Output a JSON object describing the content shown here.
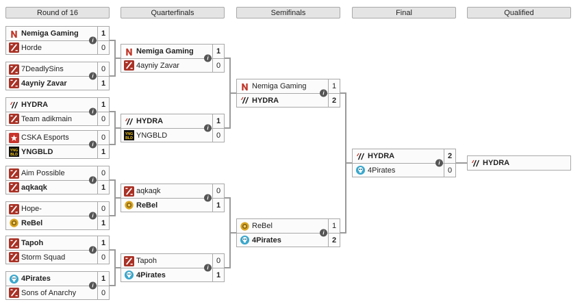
{
  "headers": [
    "Round of 16",
    "Quarterfinals",
    "Semifinals",
    "Final",
    "Qualified"
  ],
  "info_glyph": "i",
  "r16": [
    {
      "top": {
        "name": "Nemiga Gaming",
        "score": "1",
        "winner": true,
        "icon": "nemiga-logo",
        "ref": "#icon-nemiga"
      },
      "bottom": {
        "name": "Horde",
        "score": "0",
        "winner": false,
        "icon": "default-team-logo",
        "ref": "#icon-default"
      }
    },
    {
      "top": {
        "name": "7DeadlySins",
        "score": "0",
        "winner": false,
        "icon": "default-team-logo",
        "ref": "#icon-default"
      },
      "bottom": {
        "name": "4ayniy Zavar",
        "score": "1",
        "winner": true,
        "icon": "default-team-logo",
        "ref": "#icon-default"
      }
    },
    {
      "top": {
        "name": "HYDRA",
        "score": "1",
        "winner": true,
        "icon": "hydra-logo",
        "ref": "#icon-hydra"
      },
      "bottom": {
        "name": "Team adikmain",
        "score": "0",
        "winner": false,
        "icon": "default-team-logo",
        "ref": "#icon-default"
      }
    },
    {
      "top": {
        "name": "CSKA Esports",
        "score": "0",
        "winner": false,
        "icon": "cska-logo",
        "ref": "#icon-cska"
      },
      "bottom": {
        "name": "YNGBLD",
        "score": "1",
        "winner": true,
        "icon": "yngbld-logo",
        "ref": "#icon-yngbld"
      }
    },
    {
      "top": {
        "name": "Aim Possible",
        "score": "0",
        "winner": false,
        "icon": "default-team-logo",
        "ref": "#icon-default"
      },
      "bottom": {
        "name": "aqkaqk",
        "score": "1",
        "winner": true,
        "icon": "default-team-logo",
        "ref": "#icon-default"
      }
    },
    {
      "top": {
        "name": "Hope-",
        "score": "0",
        "winner": false,
        "icon": "default-team-logo",
        "ref": "#icon-default"
      },
      "bottom": {
        "name": "ReBel",
        "score": "1",
        "winner": true,
        "icon": "rebel-logo",
        "ref": "#icon-rebel"
      }
    },
    {
      "top": {
        "name": "Tapoh",
        "score": "1",
        "winner": true,
        "icon": "default-team-logo",
        "ref": "#icon-default"
      },
      "bottom": {
        "name": "Storm Squad",
        "score": "0",
        "winner": false,
        "icon": "default-team-logo",
        "ref": "#icon-default"
      }
    },
    {
      "top": {
        "name": "4Pirates",
        "score": "1",
        "winner": true,
        "icon": "pirates-logo",
        "ref": "#icon-pirates"
      },
      "bottom": {
        "name": "Sons of Anarchy",
        "score": "0",
        "winner": false,
        "icon": "default-team-logo",
        "ref": "#icon-default"
      }
    }
  ],
  "qf": [
    {
      "top": {
        "name": "Nemiga Gaming",
        "score": "1",
        "winner": true,
        "icon": "nemiga-logo",
        "ref": "#icon-nemiga"
      },
      "bottom": {
        "name": "4ayniy Zavar",
        "score": "0",
        "winner": false,
        "icon": "default-team-logo",
        "ref": "#icon-default"
      }
    },
    {
      "top": {
        "name": "HYDRA",
        "score": "1",
        "winner": true,
        "icon": "hydra-logo",
        "ref": "#icon-hydra"
      },
      "bottom": {
        "name": "YNGBLD",
        "score": "0",
        "winner": false,
        "icon": "yngbld-logo",
        "ref": "#icon-yngbld"
      }
    },
    {
      "top": {
        "name": "aqkaqk",
        "score": "0",
        "winner": false,
        "icon": "default-team-logo",
        "ref": "#icon-default"
      },
      "bottom": {
        "name": "ReBel",
        "score": "1",
        "winner": true,
        "icon": "rebel-logo",
        "ref": "#icon-rebel"
      }
    },
    {
      "top": {
        "name": "Tapoh",
        "score": "0",
        "winner": false,
        "icon": "default-team-logo",
        "ref": "#icon-default"
      },
      "bottom": {
        "name": "4Pirates",
        "score": "1",
        "winner": true,
        "icon": "pirates-logo",
        "ref": "#icon-pirates"
      }
    }
  ],
  "sf": [
    {
      "top": {
        "name": "Nemiga Gaming",
        "score": "1",
        "winner": false,
        "icon": "nemiga-logo",
        "ref": "#icon-nemiga"
      },
      "bottom": {
        "name": "HYDRA",
        "score": "2",
        "winner": true,
        "icon": "hydra-logo",
        "ref": "#icon-hydra"
      }
    },
    {
      "top": {
        "name": "ReBel",
        "score": "1",
        "winner": false,
        "icon": "rebel-logo",
        "ref": "#icon-rebel"
      },
      "bottom": {
        "name": "4Pirates",
        "score": "2",
        "winner": true,
        "icon": "pirates-logo",
        "ref": "#icon-pirates"
      }
    }
  ],
  "final": [
    {
      "top": {
        "name": "HYDRA",
        "score": "2",
        "winner": true,
        "icon": "hydra-logo",
        "ref": "#icon-hydra"
      },
      "bottom": {
        "name": "4Pirates",
        "score": "0",
        "winner": false,
        "icon": "pirates-logo",
        "ref": "#icon-pirates"
      }
    }
  ],
  "qualified": {
    "name": "HYDRA",
    "icon": "hydra-logo",
    "ref": "#icon-hydra"
  },
  "colors": {
    "line": "#999999",
    "header_bg": "#e4e4e4",
    "border": "#a8a8a8",
    "winner_bold": "#111111",
    "default_logo_red": "#a93226",
    "pirates_blue": "#3aa7cc",
    "yngbld_yellow": "#f5c518"
  }
}
